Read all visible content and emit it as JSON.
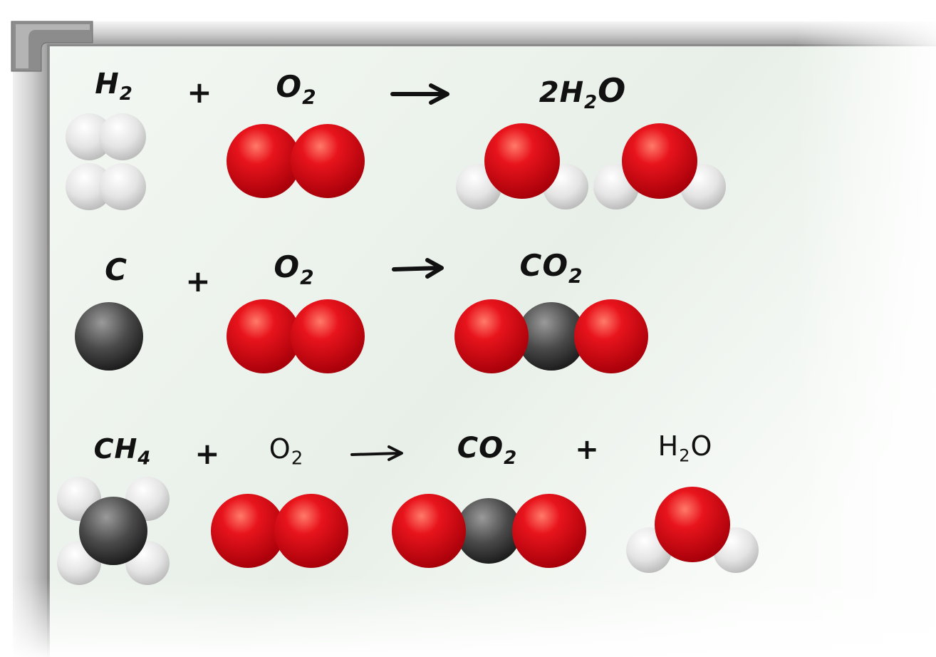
{
  "colors": {
    "oxygen": "#e0101a",
    "hydrogen": "#e6e6e6",
    "carbon": "#4a4a4a",
    "ink": "#111111"
  },
  "reactions": [
    {
      "reactant1": "H",
      "reactant1_sub": "2",
      "plus": "+",
      "reactant2": "O",
      "reactant2_sub": "2",
      "product1_pre": "2H",
      "product1_sub": "2",
      "product1_post": "O"
    },
    {
      "reactant1": "C",
      "plus": "+",
      "reactant2": "O",
      "reactant2_sub": "2",
      "product1": "CO",
      "product1_sub": "2"
    },
    {
      "reactant1": "CH",
      "reactant1_sub": "4",
      "plus": "+",
      "reactant2": "O",
      "reactant2_sub": "2",
      "product1": "CO",
      "product1_sub": "2",
      "plus2": "+",
      "product2_pre": "H",
      "product2_sub": "2",
      "product2_post": "O"
    }
  ]
}
